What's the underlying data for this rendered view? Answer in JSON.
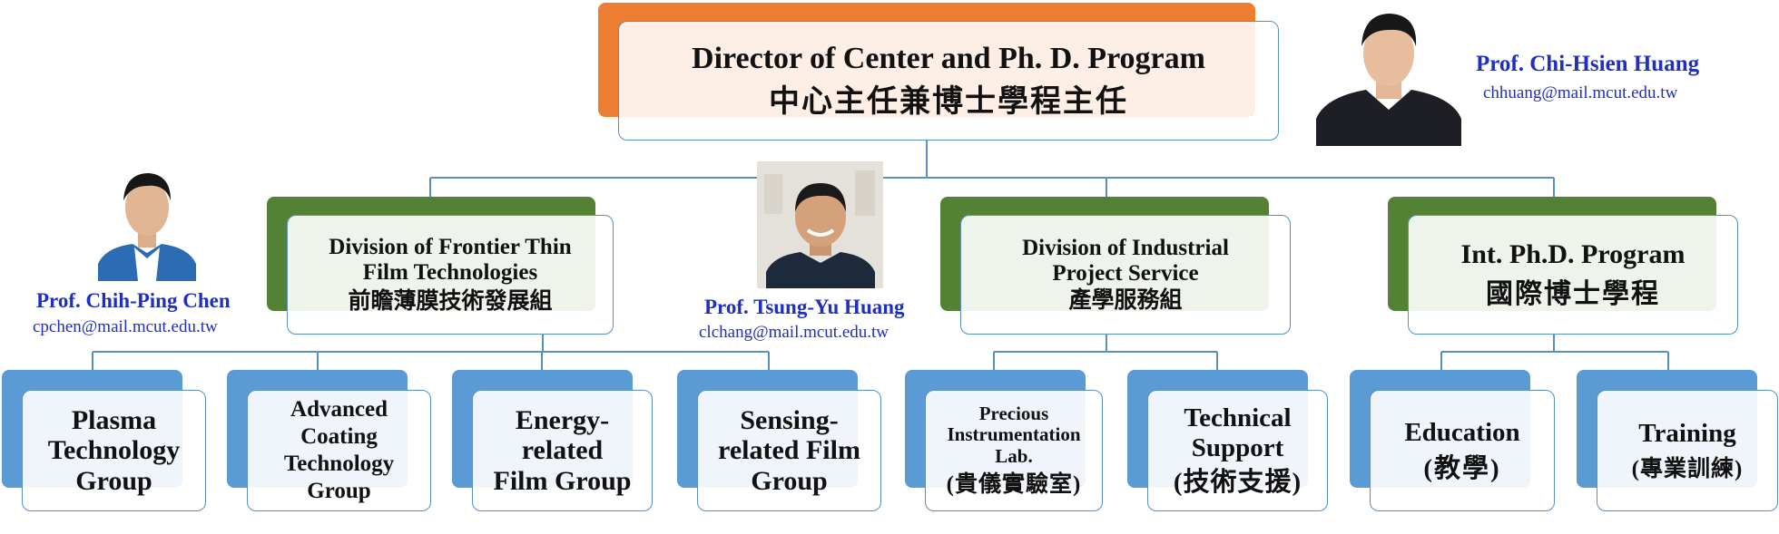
{
  "colors": {
    "director_accent": "#ed7d31",
    "division_accent": "#548235",
    "group_accent": "#5b9bd5",
    "connector": "#5b8fc0",
    "person_text": "#1f2fbf"
  },
  "director": {
    "title_en": "Director of Center and Ph. D. Program",
    "title_zh": "中心主任兼博士學程主任"
  },
  "divisions": [
    {
      "lines": [
        "Division of Frontier Thin",
        "Film Technologies",
        "前瞻薄膜技術發展組"
      ]
    },
    {
      "lines": [
        "Division of Industrial",
        "Project Service",
        "產學服務組"
      ]
    },
    {
      "lines": [
        "Int. Ph.D. Program",
        "國際博士學程"
      ]
    }
  ],
  "groups": [
    {
      "lines": [
        "Plasma",
        "Technology",
        "Group"
      ]
    },
    {
      "lines": [
        "Advanced",
        "Coating",
        "Technology",
        "Group"
      ]
    },
    {
      "lines": [
        "Energy-",
        "related",
        "Film Group"
      ]
    },
    {
      "lines": [
        "Sensing-",
        "related Film",
        "Group"
      ]
    },
    {
      "lines": [
        "Precious",
        "Instrumentation",
        "Lab.",
        "(貴儀實驗室)"
      ]
    },
    {
      "lines": [
        "Technical",
        "Support",
        "(技術支援)"
      ]
    },
    {
      "lines": [
        "Education",
        "(教學)"
      ]
    },
    {
      "lines": [
        "Training",
        "(專業訓練)"
      ]
    }
  ],
  "people": [
    {
      "name": "Prof. Chi-Hsien Huang",
      "email": "chhuang@mail.mcut.edu.tw"
    },
    {
      "name": "Prof. Chih-Ping Chen",
      "email": "cpchen@mail.mcut.edu.tw"
    },
    {
      "name": "Prof. Tsung-Yu Huang",
      "email": "clchang@mail.mcut.edu.tw"
    }
  ]
}
